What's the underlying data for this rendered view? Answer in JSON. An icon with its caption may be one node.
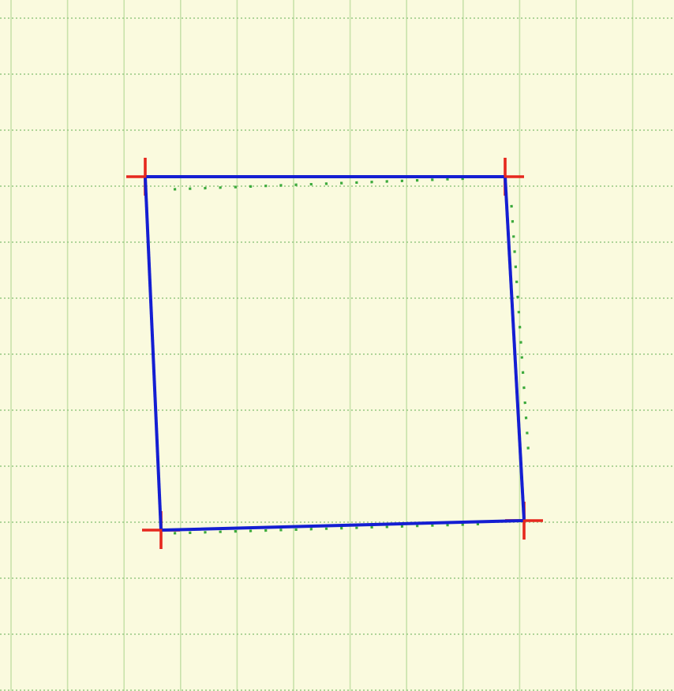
{
  "diagram": {
    "nodes": [
      {
        "text": [],
        "shape": "cross"
      },
      {
        "text": [],
        "shape": "cross"
      },
      {
        "text": [],
        "shape": "cross"
      },
      {
        "text": [],
        "shape": "cross"
      }
    ],
    "edges": [
      {
        "from": 0,
        "to": 1,
        "arrow": "none"
      },
      {
        "from": 1,
        "to": 2,
        "arrow": "none"
      },
      {
        "from": 2,
        "to": 3,
        "arrow": "none"
      },
      {
        "from": 3,
        "to": 0,
        "arrow": "none"
      }
    ]
  }
}
